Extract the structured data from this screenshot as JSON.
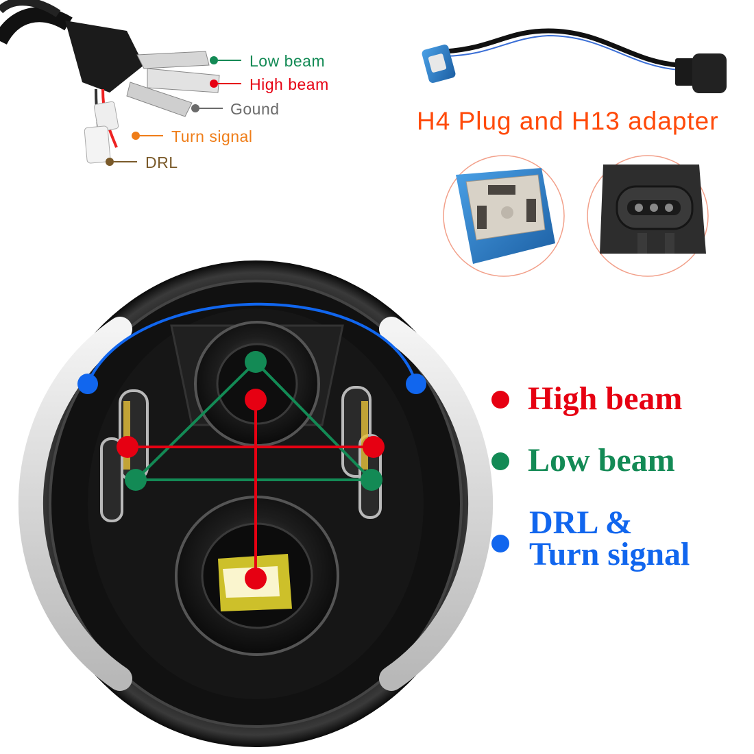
{
  "pin_labels": {
    "low_beam": "Low beam",
    "high_beam": "High beam",
    "ground": "Gound",
    "turn_signal": "Turn signal",
    "drl": "DRL"
  },
  "adapter": {
    "title": "H4 Plug and H13 adapter"
  },
  "legend": {
    "high_beam": "High beam",
    "low_beam": "Low beam",
    "drl_line1": "DRL &",
    "drl_line2": "Turn signal"
  },
  "colors": {
    "low_beam": "#138a55",
    "high_beam": "#e60012",
    "ground": "#6b6b6b",
    "turn_signal": "#ef7d18",
    "drl": "#7a5a2a",
    "drl_turn": "#1166ee",
    "adapter_title": "#ff4a0a",
    "h4_plug": "#2a7fc9"
  },
  "icons": {
    "h4_plug": "h4-plug-icon",
    "h13_socket": "h13-socket-icon",
    "headlight": "headlight-icon"
  }
}
